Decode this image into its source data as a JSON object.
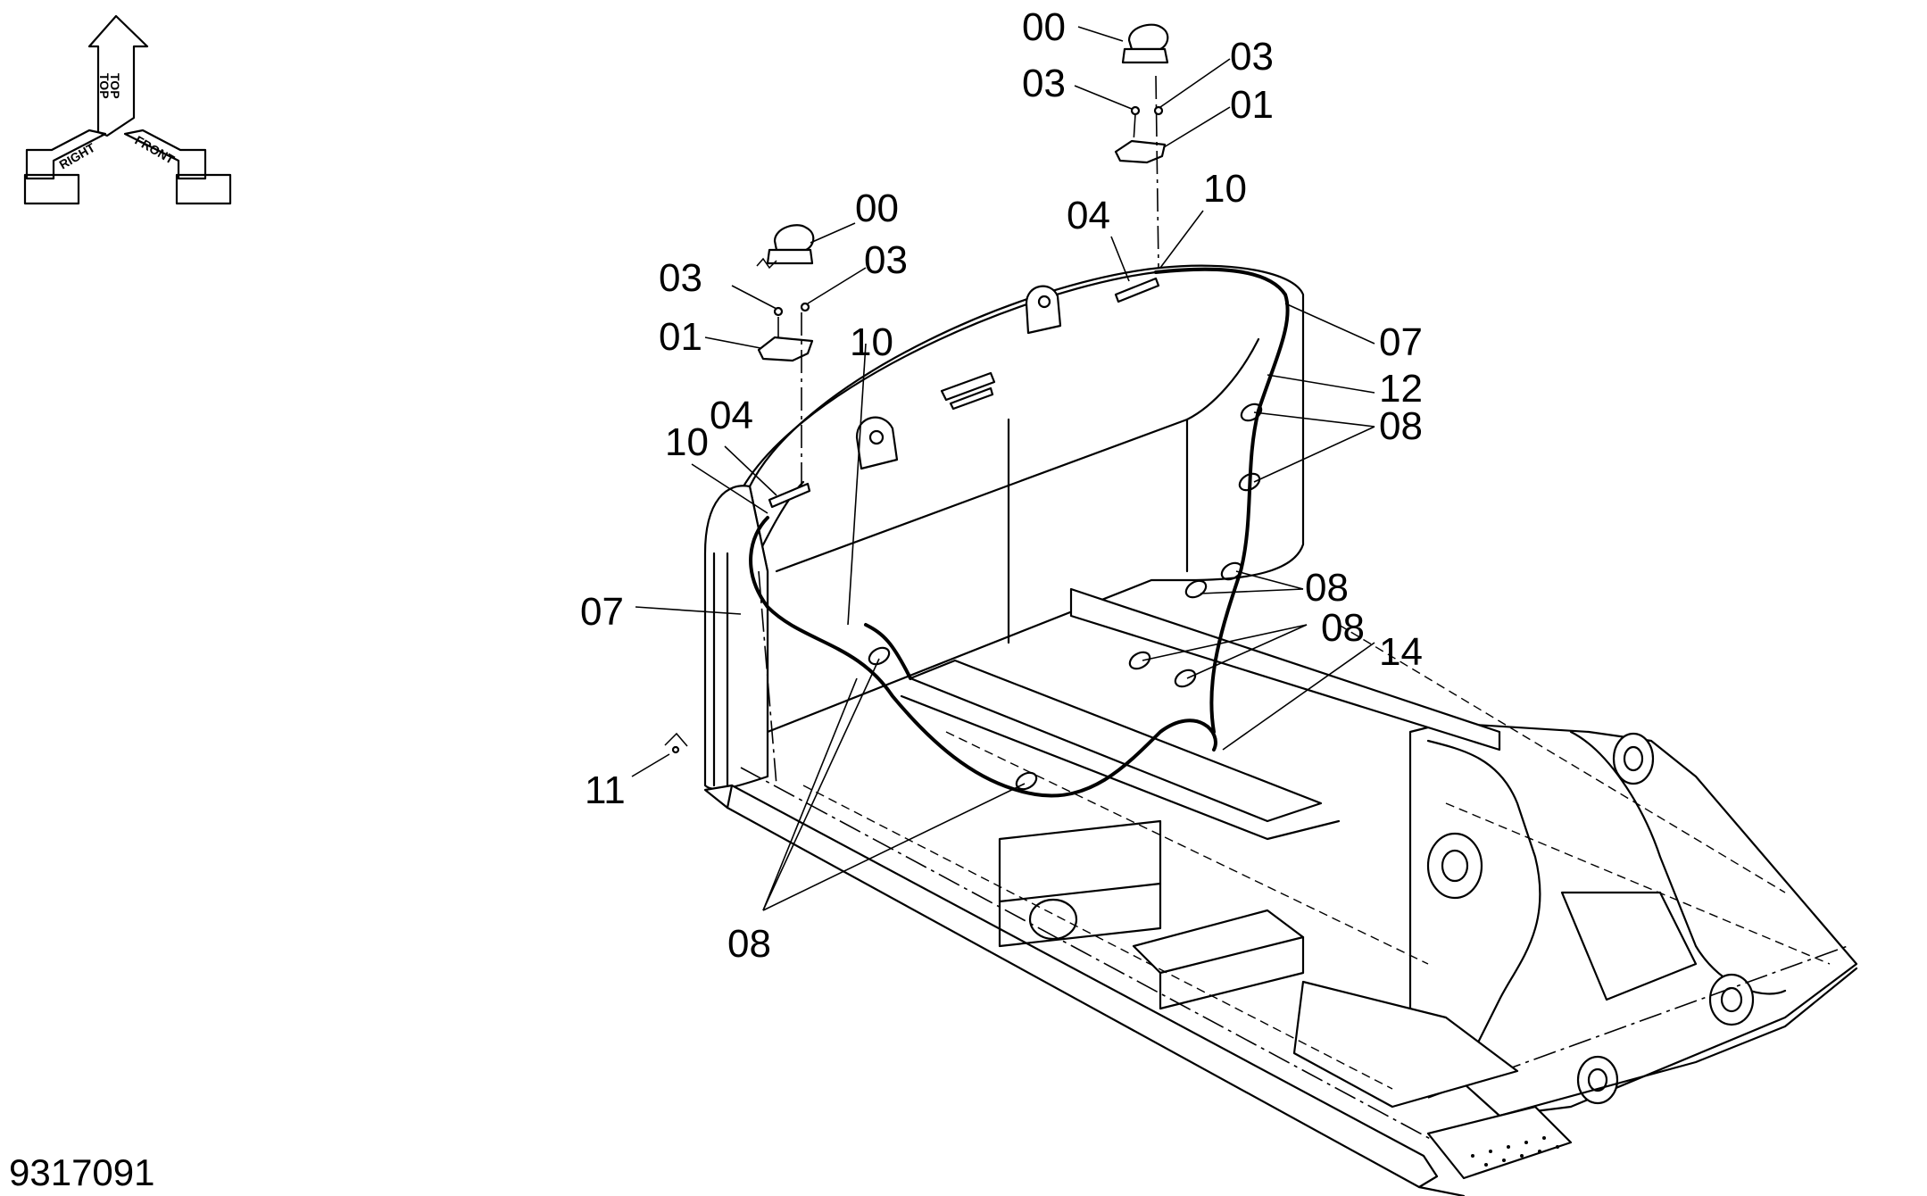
{
  "drawing_id": "9317091",
  "orientation_icon": {
    "labels": {
      "top": "TOP",
      "right": "RIGHT",
      "front": "FRONT"
    },
    "icon": "orientation-triad-icon"
  },
  "callouts": {
    "c00_right": "00",
    "c03_right_a": "03",
    "c03_right_b": "03",
    "c01_right": "01",
    "c10_right": "10",
    "c04_right": "04",
    "c07_right": "07",
    "c12": "12",
    "c08_upper": "08",
    "c00_left": "00",
    "c03_left_a": "03",
    "c03_left_b": "03",
    "c01_left": "01",
    "c10_left_top": "10",
    "c10_left": "10",
    "c04_left": "04",
    "c07_left": "07",
    "c08_mid": "08",
    "c08_center": "08",
    "c14": "14",
    "c11": "11",
    "c08_bottom": "08"
  }
}
